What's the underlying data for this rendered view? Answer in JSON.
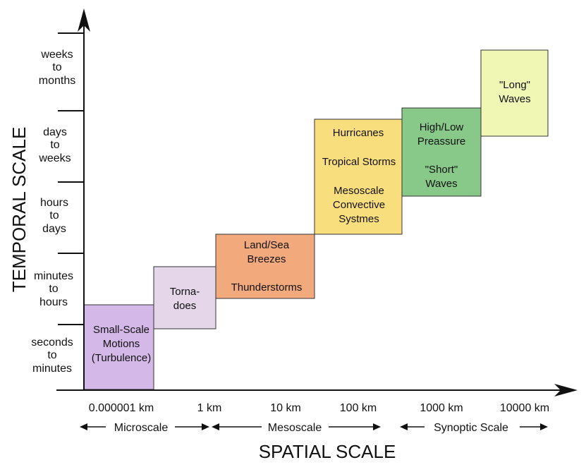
{
  "y_axis_title": "TEMPORAL SCALE",
  "x_axis_title": "SPATIAL SCALE",
  "y_levels": [
    [
      "weeks",
      "to",
      "months"
    ],
    [
      "days",
      "to",
      "weeks"
    ],
    [
      "hours",
      "to",
      "days"
    ],
    [
      "minutes",
      "to",
      "hours"
    ],
    [
      "seconds",
      "to",
      "minutes"
    ]
  ],
  "x_ticks": [
    "0.000001 km",
    "1 km",
    "10 km",
    "100 km",
    "1000 km",
    "10000 km"
  ],
  "scale_ranges": [
    "Microscale",
    "Mesoscale",
    "Synoptic Scale"
  ],
  "boxes": [
    {
      "lines": [
        "Small-Scale",
        "Motions",
        "(Turbulence)"
      ],
      "color": "#d4b8e8"
    },
    {
      "lines": [
        "Torna-",
        "does"
      ],
      "color": "#e5d6ea"
    },
    {
      "lines": [
        "Land/Sea",
        "Breezes",
        "",
        "Thunderstorms"
      ],
      "color": "#f2aa7c"
    },
    {
      "lines": [
        "Hurricanes",
        "",
        "Tropical Storms",
        "",
        "Mesoscale",
        "Convective",
        "Systmes"
      ],
      "color": "#f9de7e"
    },
    {
      "lines": [
        "High/Low",
        "Preassure",
        "",
        "\"Short\"",
        "Waves"
      ],
      "color": "#88c98a"
    },
    {
      "lines": [
        "\"Long\"",
        "Waves"
      ],
      "color": "#f0f6b4"
    }
  ]
}
